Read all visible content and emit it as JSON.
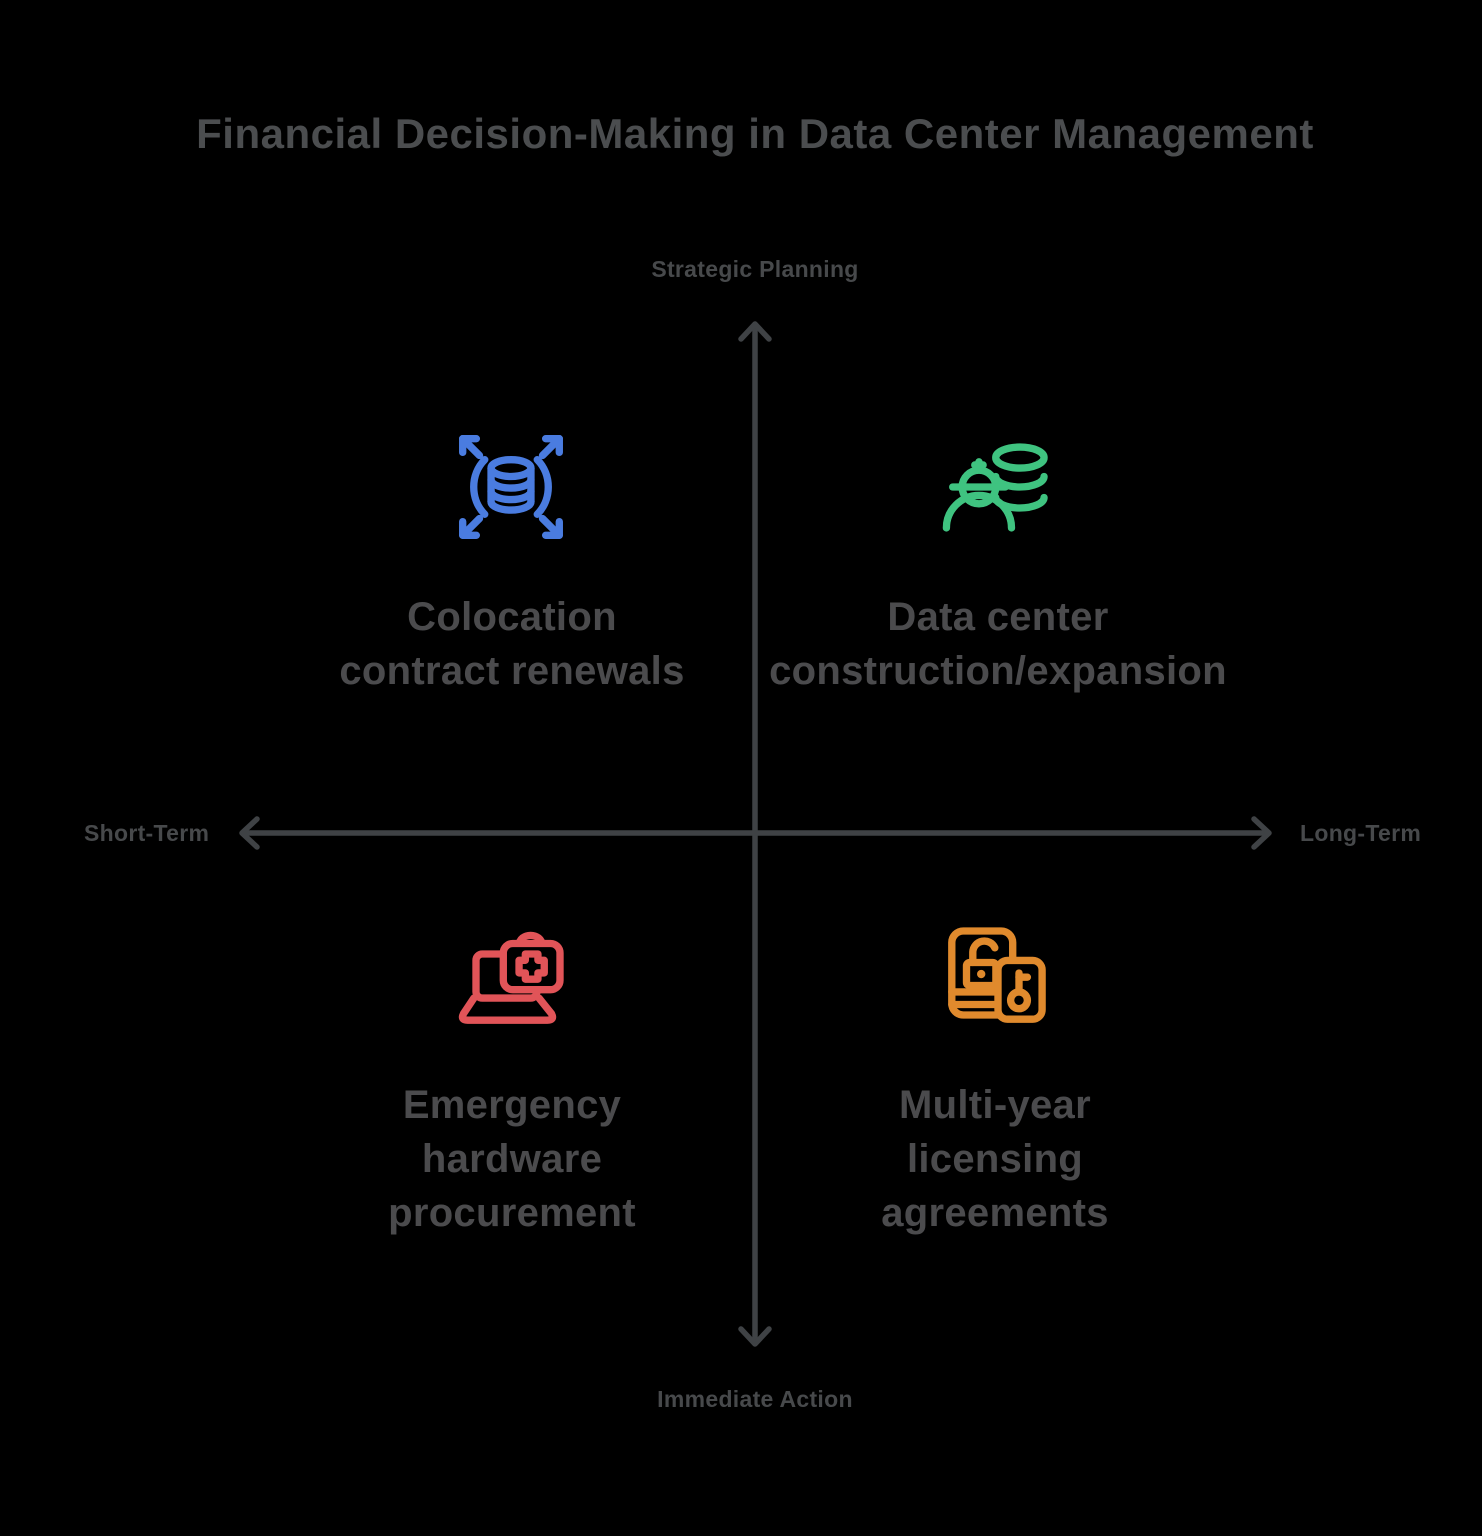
{
  "title": "Financial Decision-Making in Data Center Management",
  "axes": {
    "top": "Strategic Planning",
    "bottom": "Immediate Action",
    "left": "Short-Term",
    "right": "Long-Term",
    "line_color": "#3f4245"
  },
  "quadrants": [
    {
      "position": "top-left",
      "icon": "database-expand-icon",
      "color": "#4a7ce0",
      "lines": [
        "Colocation",
        "contract renewals"
      ]
    },
    {
      "position": "top-right",
      "icon": "construction-worker-database-icon",
      "color": "#3fc380",
      "lines": [
        "Data center",
        "construction/expansion"
      ]
    },
    {
      "position": "bottom-left",
      "icon": "emergency-laptop-icon",
      "color": "#e15458",
      "lines": [
        "Emergency",
        "hardware",
        "procurement"
      ]
    },
    {
      "position": "bottom-right",
      "icon": "license-key-documents-icon",
      "color": "#e08a2d",
      "lines": [
        "Multi-year",
        "licensing",
        "agreements"
      ]
    }
  ]
}
